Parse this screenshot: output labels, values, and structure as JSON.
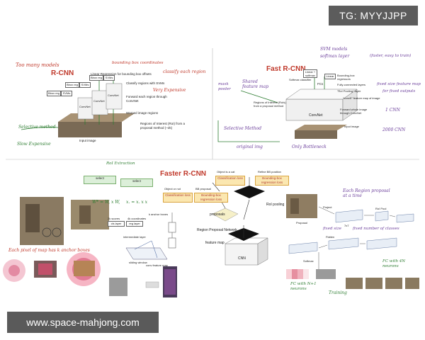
{
  "watermark": {
    "tg": "TG: MYYJJPP",
    "site": "www.space-mahjong.com"
  },
  "rcnn": {
    "title": "R-CNN",
    "too_many_models": "Too many models",
    "bbox_coords": "bounding box coordinates",
    "lin_reg": "Linear Regression for bounding box offsets",
    "classify_each": "classify each region",
    "classify_svm": "Classify regions with SVMs",
    "forward_each": "Forward each region through ConvNet",
    "very_expensive": "Very Expensive",
    "warped": "Warped image regions",
    "rois": "Regions of Interest (RoI) from a proposal method (~2k)",
    "input_image": "Input image",
    "selective": "Selective method",
    "slow": "Slow Expensive",
    "bbox_reg": "Bbox reg",
    "svms": "SVMs",
    "convnet": "ConvNet"
  },
  "fast": {
    "title": "Fast R-CNN",
    "svm_models": "SVM models",
    "softmax_layer": "softmax layer",
    "faster_easy": "(faster, easy to train)",
    "shared_map": "Shared feature map",
    "mask_pooler": "mask pooler",
    "linear_softmax": "Linear + softmax",
    "softmax_classifier": "Softmax classifier",
    "linear": "Linear",
    "bbox_regressors": "Bounding-box regressors",
    "fcs": "FCs",
    "fc_layers": "Fully-connected layers",
    "roi_pooling": "\"RoI Pooling\" layer",
    "fixed_size": "fixed size feature map",
    "for_fixed": "for fixed outputs",
    "rois": "Regions of Interest (RoIs) from a proposal method",
    "conv_feature": "\"conv5\" feature map of image",
    "forward_whole": "Forward whole image through ConvNet",
    "convnet": "ConvNet",
    "input_image": "Input image",
    "one_cnn": "1 CNN",
    "two_thousand": "2000 CNN",
    "selective": "Selective Method",
    "original_img": "original img",
    "bottleneck": "Only Bottleneck"
  },
  "faster": {
    "title": "Faster R-CNN",
    "object_or_not": "Object or not",
    "bb_proposal": "BB proposal",
    "object_is": "Object is a cat",
    "refine_bb": "Refine BB position",
    "classification_loss": "Classification loss",
    "bbox_reg_loss": "Bounding-box regression loss",
    "roi_pooling": "RoI pooling",
    "proposals": "proposals",
    "rpn": "Region Proposal Network",
    "feature_map": "feature map",
    "cnn": "CNN",
    "per_anchor": "Each pixel of map has k anchor boxes",
    "roi_extraction": "RoI Extraction",
    "cls_layer": "cls layer",
    "reg_layer": "reg layer",
    "sliding_window": "sliding window",
    "conv_feature": "conv feature map",
    "intermediate": "intermediate layer",
    "k_anchor": "k anchor boxes",
    "two_k": "2k scores",
    "four_k": "4k coordinates",
    "equation_w": "W* = W, x W,",
    "equation_x": "x. = x. x x",
    "select": "select"
  },
  "pipeline": {
    "each_region": "Each Region proposal at a time",
    "project": "Project",
    "roi_pool": "RoI Pool",
    "proposal": "Proposal",
    "fixed_size": "fixed size",
    "fixed_number": "fixed number of classes",
    "flatten": "Flatten",
    "softmax": "Softmax",
    "fc_nclass": "FC with N+1 neurons",
    "fc_four": "FC with 4N neurons",
    "training": "Training",
    "seven_by": "7x7",
    "train_label": "Training"
  }
}
